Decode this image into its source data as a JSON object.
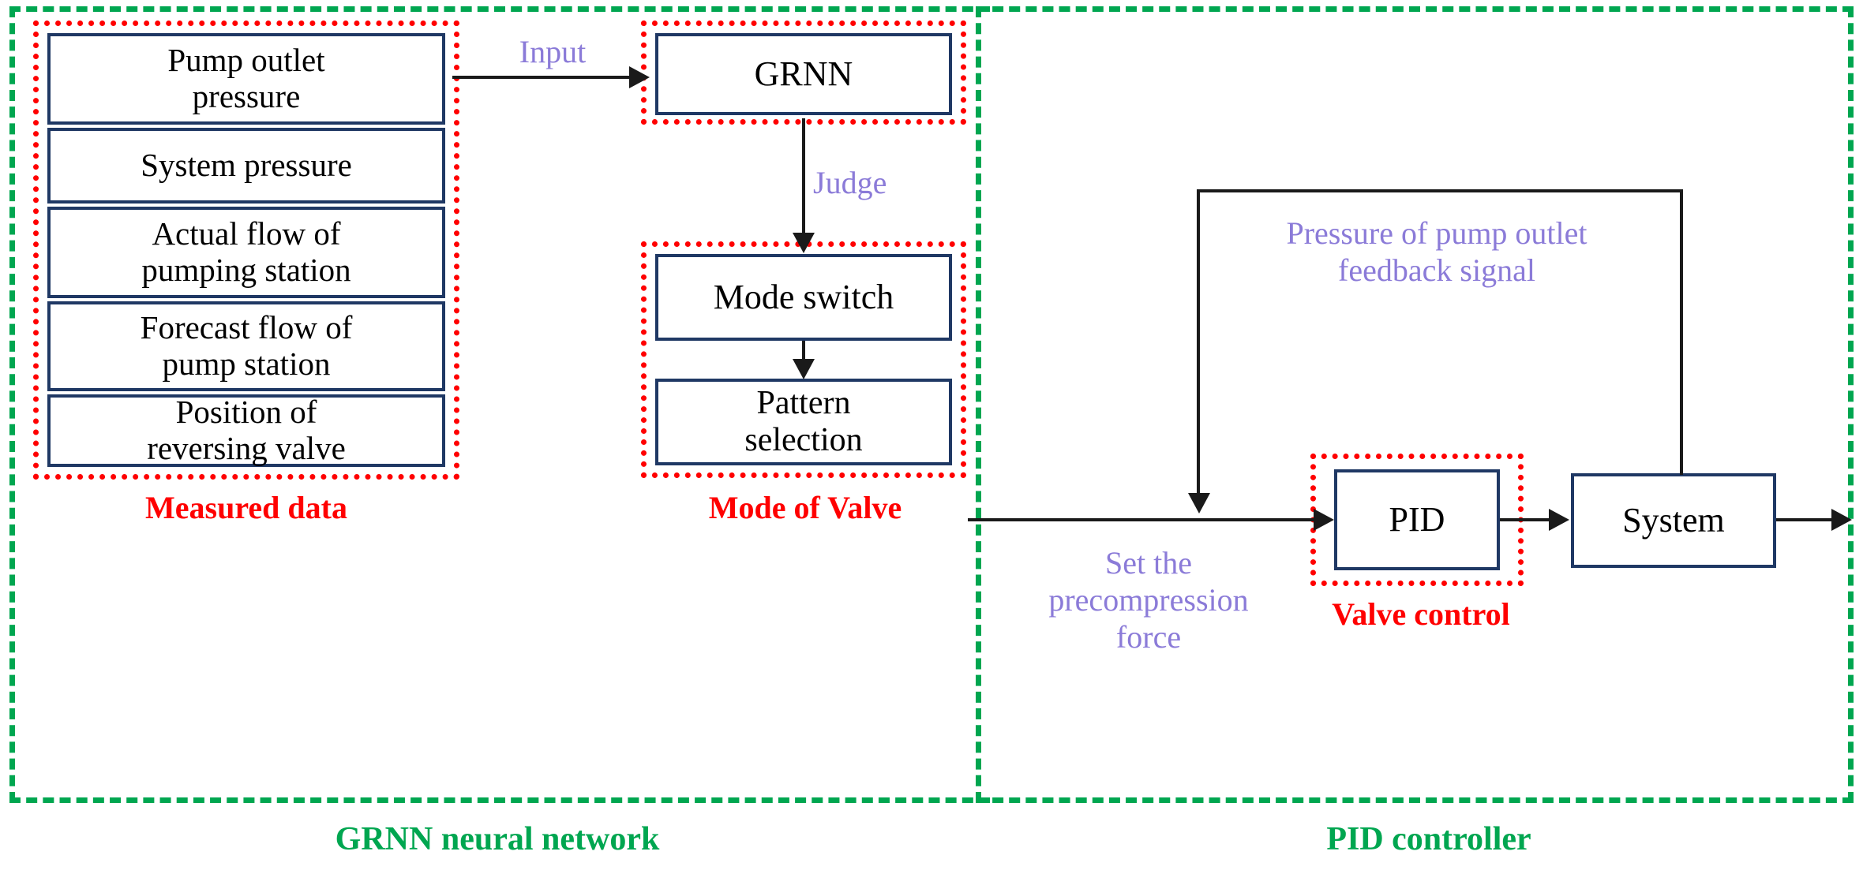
{
  "diagram": {
    "title": "GRNN neural network and PID controller valve control block diagram",
    "colors": {
      "group_frame": "#00A650",
      "subgroup_frame": "#FF0000",
      "box_border": "#1F3864",
      "annotation": "#8B7BD8",
      "connector": "#1a1a1a"
    }
  },
  "groups": {
    "left": {
      "label": "GRNN neural network"
    },
    "right": {
      "label": "PID controller"
    }
  },
  "subgroups": {
    "measured_data": {
      "label": "Measured data"
    },
    "mode_of_valve": {
      "label": "Mode of Valve"
    },
    "valve_control": {
      "label": "Valve control"
    }
  },
  "inputs": {
    "items": [
      {
        "label": "Pump outlet\npressure"
      },
      {
        "label": "System pressure"
      },
      {
        "label": "Actual flow of\npumping station"
      },
      {
        "label": "Forecast flow of\npump station"
      },
      {
        "label": "Position of\nreversing valve"
      }
    ]
  },
  "blocks": {
    "grnn": {
      "label": "GRNN"
    },
    "mode_switch": {
      "label": "Mode switch"
    },
    "pattern_selection": {
      "label": "Pattern\nselection"
    },
    "pid": {
      "label": "PID"
    },
    "system": {
      "label": "System"
    }
  },
  "annotations": {
    "input": "Input",
    "judge": "Judge",
    "feedback": "Pressure of pump outlet\nfeedback signal",
    "setpoint": "Set the\nprecompression\nforce"
  },
  "icons": {
    "arrow_right": "arrow-right-icon",
    "arrow_down": "arrow-down-icon"
  }
}
